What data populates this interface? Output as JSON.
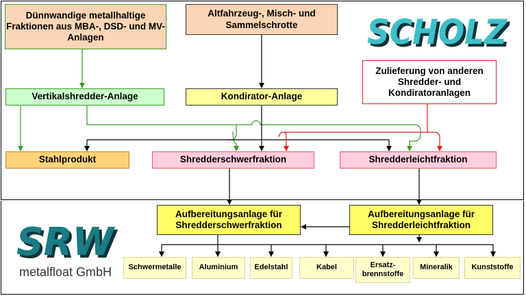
{
  "boxes": {
    "mba": "Dünnwandige metallhaltige Fraktionen aus MBA-, DSD- und MV-Anlagen",
    "altfahrzeug": "Altfahrzeug-, Misch- und Sammelschrotte",
    "zulieferung": "Zulieferung von anderen Shredder- und Kondiratoranlagen",
    "vertikal": "Vertikalshredder-Anlage",
    "kondirator": "Kondirator-Anlage",
    "stahl": "Stahlprodukt",
    "schwer": "Shredderschwerfraktion",
    "leicht": "Shredderleichtfraktion",
    "aufb_schwer": "Aufbereitungsanlage für Shredderschwerfraktion",
    "aufb_leicht": "Aufbereitungsanlage für Shredderleichtfraktion"
  },
  "products": [
    "Schwermetalle",
    "Aluminium",
    "Edelstahl",
    "Kabel",
    "Ersatz-brennstoffe",
    "Mineralik",
    "Kunststoffe"
  ],
  "logos": {
    "scholz": "SCHOLZ",
    "srw": "SRW",
    "srw_sub": "metalfloat GmbH"
  },
  "colors": {
    "green": "#3a9a2a",
    "red": "#e02020",
    "black": "#000000",
    "logo_teal": "#1a7c84"
  }
}
